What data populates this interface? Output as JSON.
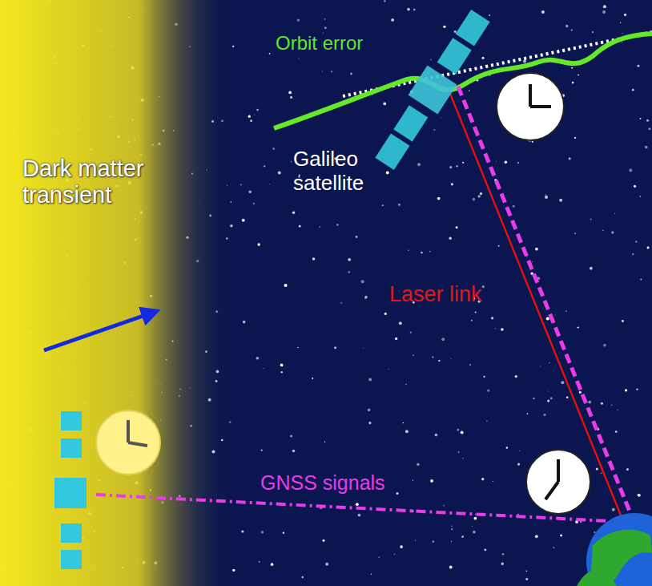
{
  "diagram": {
    "labels": [
      "Orbit error",
      "Dark matter transient",
      "Galileo satellite",
      "Laser link",
      "GNSS signals"
    ]
  }
}
